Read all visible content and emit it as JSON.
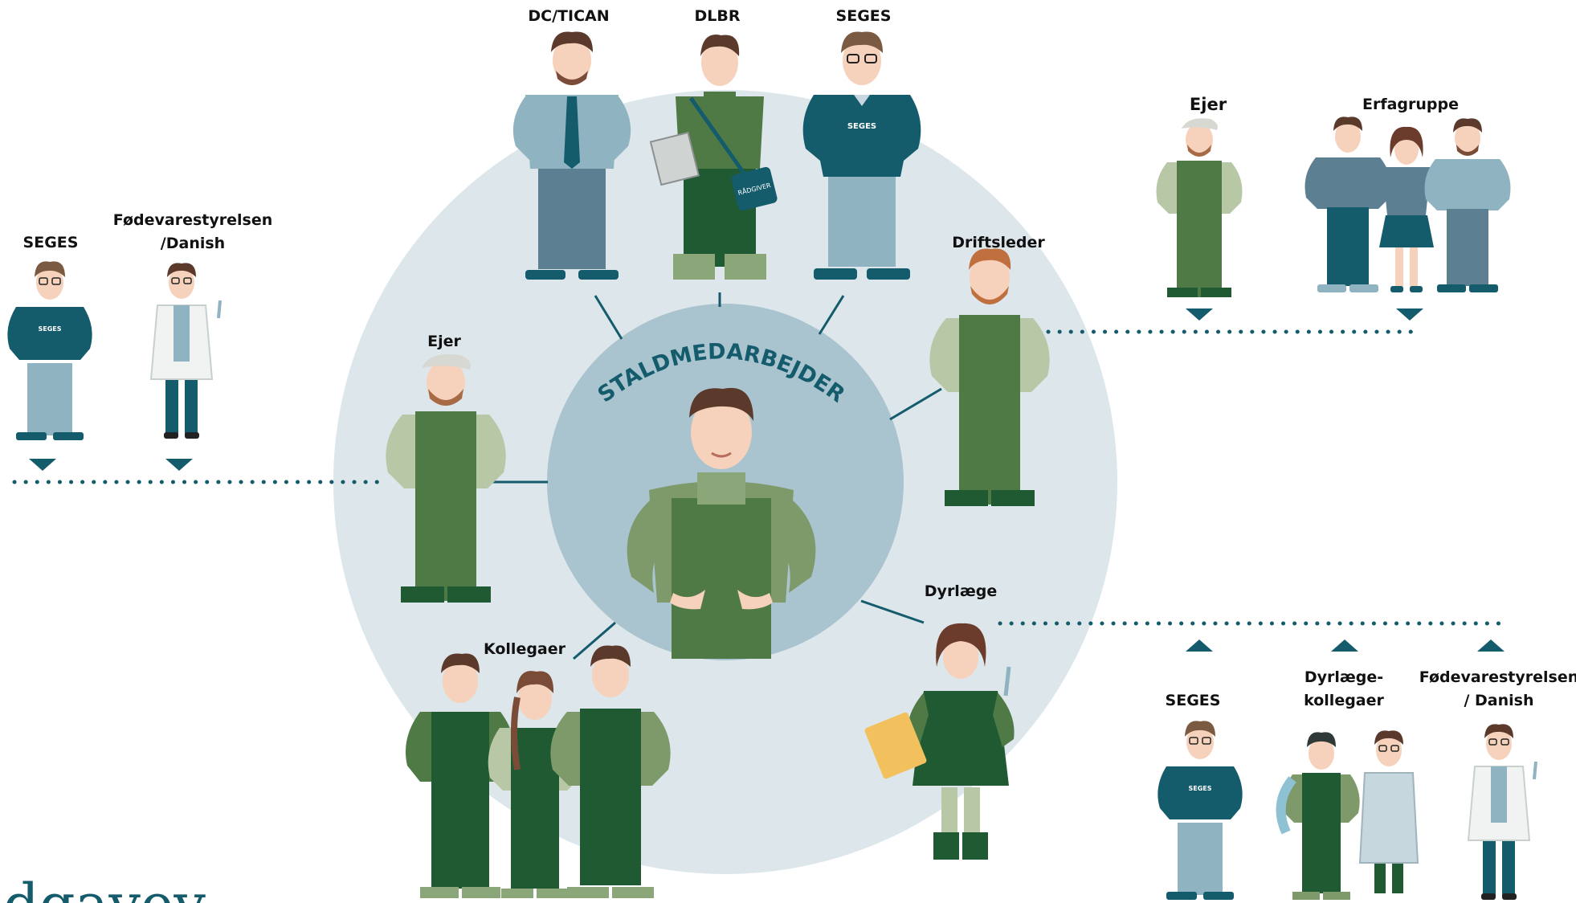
{
  "center": {
    "title": "STALDMEDARBEJDER",
    "icon": "staldmedarbejder-worker-figure"
  },
  "inner_ring": [
    {
      "id": "dc-tican",
      "label": "DC/TICAN",
      "icon": "man-shirt-tie-figure"
    },
    {
      "id": "dlbr",
      "label": "DLBR",
      "icon": "raadgiver-man-with-bag-figure",
      "bag_text": "RÅDGIVER"
    },
    {
      "id": "seges-top",
      "label": "SEGES",
      "icon": "seges-man-sweater-figure",
      "logo_text": "SEGES"
    },
    {
      "id": "driftsleder",
      "label": "Driftsleder",
      "icon": "bearded-man-overalls-figure"
    },
    {
      "id": "dyrlaege",
      "label": "Dyrlæge",
      "icon": "woman-vet-clipboard-figure"
    },
    {
      "id": "kollegaer",
      "label": "Kollegaer",
      "icon": "three-coworkers-figure"
    },
    {
      "id": "ejer-left",
      "label": "Ejer",
      "icon": "owner-flatcap-figure"
    }
  ],
  "left_group": [
    {
      "id": "seges-left",
      "label": "SEGES",
      "icon": "seges-man-sweater-figure",
      "logo_text": "SEGES"
    },
    {
      "id": "foedevare-left",
      "label_line1": "Fødevarestyrelsen",
      "label_line2": "/Danish",
      "icon": "inspector-labcoat-figure"
    }
  ],
  "top_right_group": [
    {
      "id": "ejer-right",
      "label": "Ejer",
      "icon": "owner-flatcap-figure"
    },
    {
      "id": "erfagruppe",
      "label": "Erfagruppe",
      "icon": "group-of-three-figure"
    }
  ],
  "bottom_right_group": [
    {
      "id": "seges-br",
      "label": "SEGES",
      "icon": "seges-man-sweater-figure",
      "logo_text": "SEGES"
    },
    {
      "id": "dyrlaegekollegaer",
      "label_line1": "Dyrlæge-",
      "label_line2": "kollegaer",
      "icon": "vet-colleagues-figure"
    },
    {
      "id": "foedevare-br",
      "label_line1": "Fødevarestyrelsen",
      "label_line2": "/ Danish",
      "icon": "inspector-labcoat-figure"
    }
  ],
  "colors": {
    "outer_ring": "#dde6ea",
    "inner_circle": "#a9c4cf",
    "teal": "#145b6c",
    "dark_green": "#1f5a32",
    "mid_green": "#4f7a45",
    "olive": "#7e9a6b",
    "light_olive": "#b8c7a5",
    "skin": "#f6d1bb",
    "hair": "#5b3a2c",
    "steel": "#5d7f92",
    "light_blue": "#8fb3c1",
    "yellow": "#f2c15e",
    "white_coat": "#f1f3f2"
  },
  "watermark": "dgavey"
}
